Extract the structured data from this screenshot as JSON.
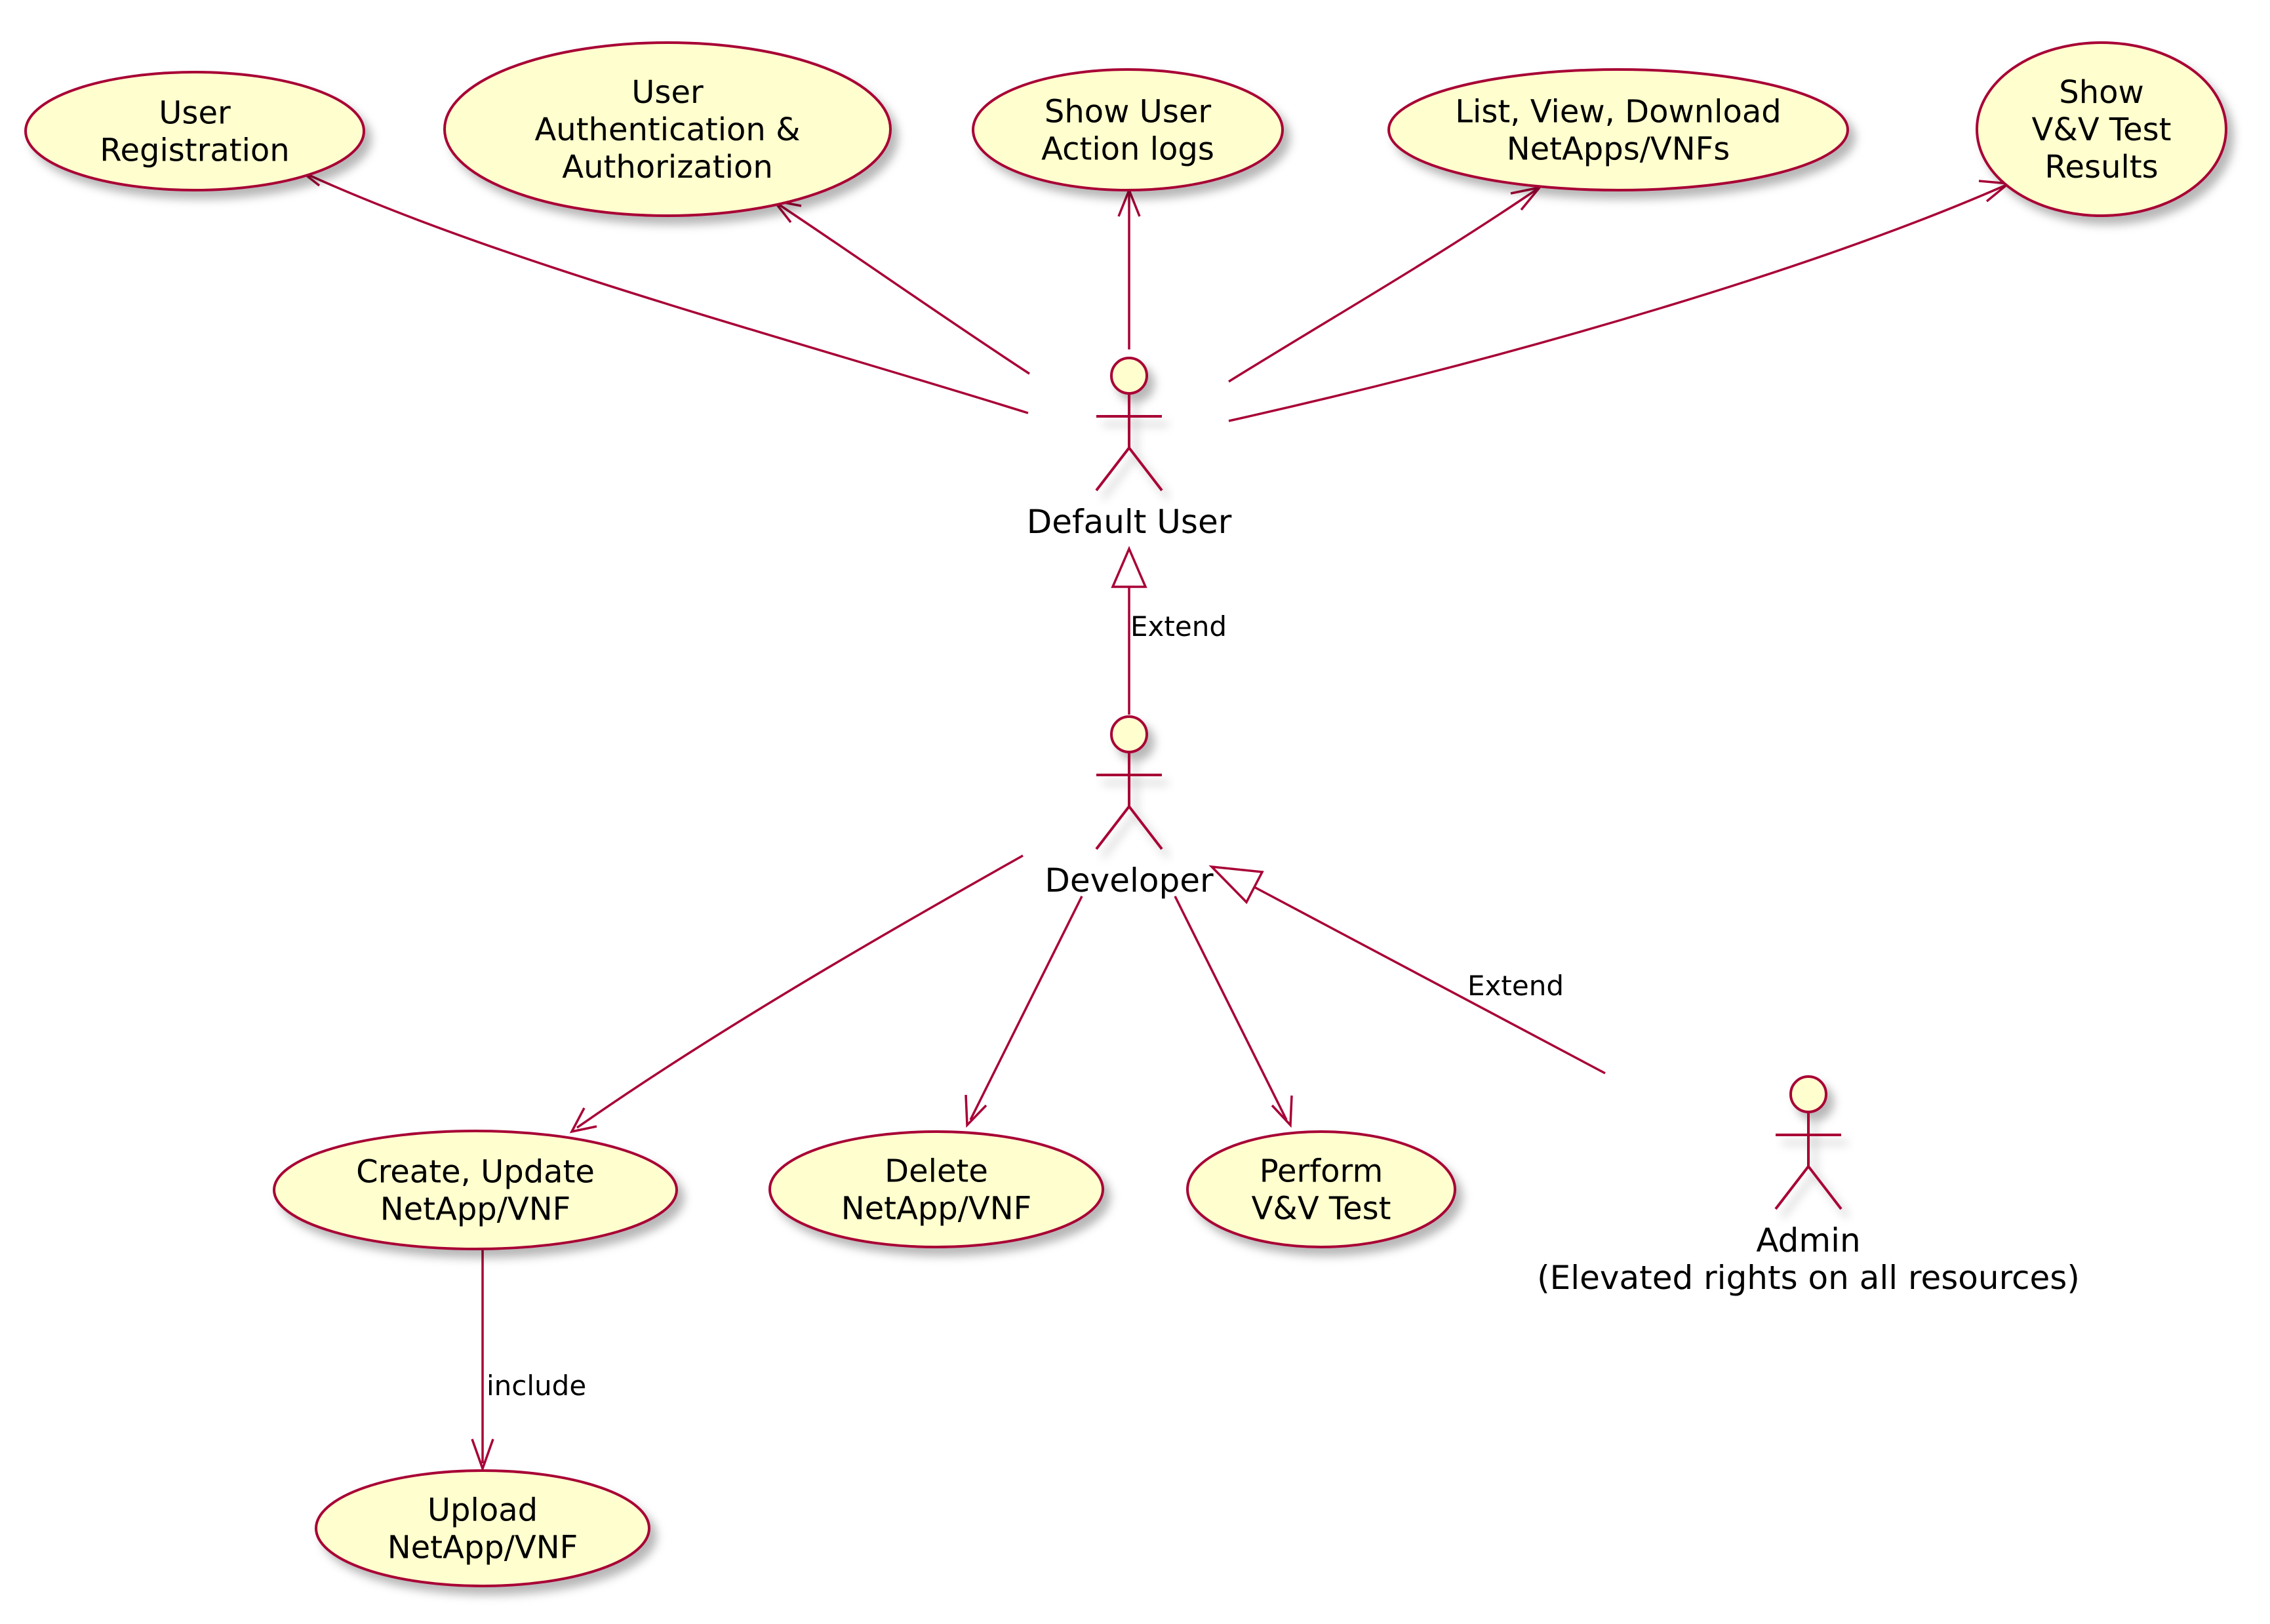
{
  "colors": {
    "stroke": "#a80036",
    "fill": "#fefece",
    "shadow": "#d8d8d8",
    "text": "#000000"
  },
  "use_cases": {
    "user_registration": [
      "User",
      "Registration"
    ],
    "user_auth": [
      "User",
      "Authentication &",
      "Authorization"
    ],
    "show_logs": [
      "Show User",
      "Action logs"
    ],
    "list_view_download": [
      "List, View, Download",
      "NetApps/VNFs"
    ],
    "show_vv_results": [
      "Show",
      "V&V Test",
      "Results"
    ],
    "create_update": [
      "Create, Update",
      "NetApp/VNF"
    ],
    "delete": [
      "Delete",
      "NetApp/VNF"
    ],
    "perform_vv": [
      "Perform",
      "V&V Test"
    ],
    "upload": [
      "Upload",
      "NetApp/VNF"
    ]
  },
  "actors": {
    "default_user": [
      "Default User"
    ],
    "developer": [
      "Developer"
    ],
    "admin": [
      "Admin",
      "(Elevated rights on all resources)"
    ]
  },
  "edge_labels": {
    "developer_extends_default": "Extend",
    "admin_extends_developer": "Extend",
    "create_includes_upload": "include"
  }
}
